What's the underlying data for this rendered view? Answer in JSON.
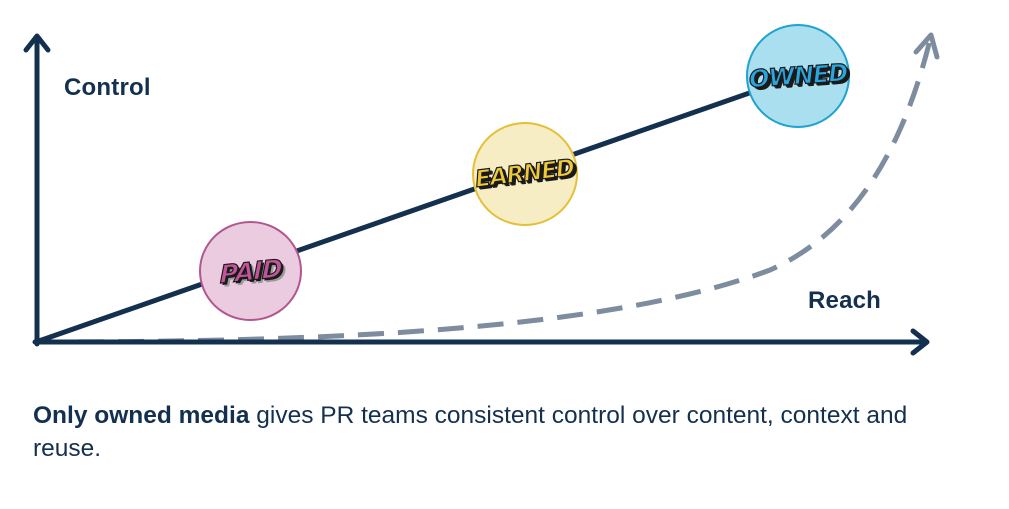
{
  "diagram": {
    "y_axis_label": "Control",
    "x_axis_label": "Reach",
    "badges": [
      {
        "label": "PAID",
        "fill": "#ebcbdf",
        "border": "#b2568f",
        "text_color": "#c2559a"
      },
      {
        "label": "EARNED",
        "fill": "#f6edc4",
        "border": "#e3c037",
        "text_color": "#f0c93b"
      },
      {
        "label": "OWNED",
        "fill": "#a9dfee",
        "border": "#1fa3cf",
        "text_color": "#2aa5de"
      }
    ],
    "colors": {
      "axis": "#14304f",
      "control_line": "#14304f",
      "reach_curve": "#7d8c9e"
    }
  },
  "caption": {
    "bold_lead": "Only owned media",
    "rest": " gives PR teams consistent control over content, context and reuse."
  }
}
